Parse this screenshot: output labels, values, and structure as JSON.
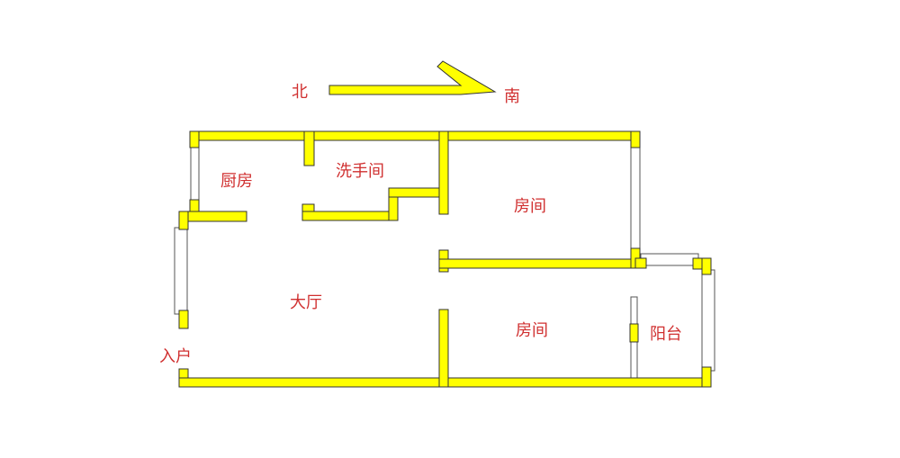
{
  "compass": {
    "north": "北",
    "south": "南"
  },
  "rooms": {
    "kitchen": "厨房",
    "bathroom": "洗手间",
    "bedroom_top": "房间",
    "living_room": "大厅",
    "bedroom_bottom": "房间",
    "balcony": "阳台",
    "entrance": "入户"
  },
  "colors": {
    "wall": "#ffff00",
    "label": "#d03030"
  }
}
